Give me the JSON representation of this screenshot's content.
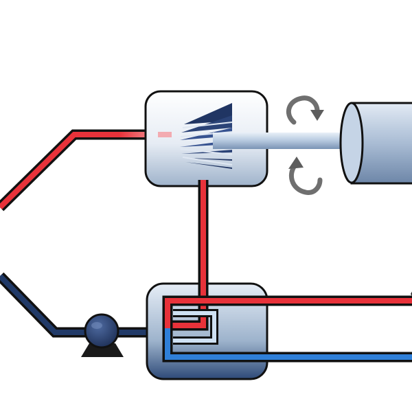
{
  "diagram": {
    "kind": "steam power cycle schematic (cropped)",
    "components": [
      {
        "id": "turbine",
        "icon": "turbine-icon"
      },
      {
        "id": "generator",
        "icon": "generator-cylinder-icon"
      },
      {
        "id": "rotation-indicator",
        "icon": "rotation-arrows-icon"
      },
      {
        "id": "heat-exchanger",
        "icon": "condenser-icon"
      },
      {
        "id": "pump",
        "icon": "pump-icon"
      }
    ],
    "flows": [
      {
        "id": "hot-steam",
        "color": "#e8323a"
      },
      {
        "id": "cold-return",
        "color": "#213a68"
      },
      {
        "id": "cooling-water-in",
        "color": "#2f7fd8"
      },
      {
        "id": "cooling-water-out",
        "color": "#e8323a"
      }
    ],
    "colors": {
      "hot": "#e8323a",
      "hot_dark": "#b81f26",
      "cold_dark": "#1e2f57",
      "cold_light": "#5aa6ea",
      "cooling_blue": "#2f7fd8",
      "component_top": "#f4f7fb",
      "component_bottom": "#7f98b7",
      "outline": "#111111"
    }
  }
}
